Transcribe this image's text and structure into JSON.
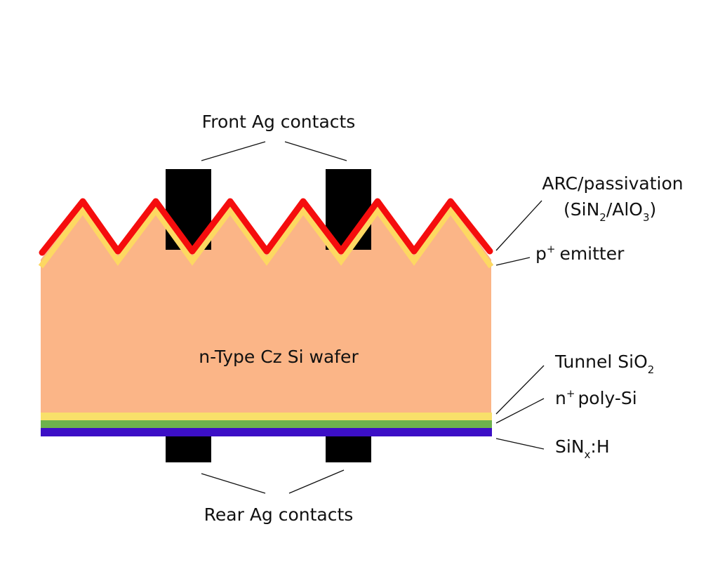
{
  "colors": {
    "wafer": "#fbb587",
    "emitter": "#fdd862",
    "arc": "#f50d0d",
    "contact": "#000000",
    "tunnel_oxide": "#f8e06a",
    "poly_si": "#6db24d",
    "sinx": "#3c0fc6",
    "leader": "#111111"
  },
  "labels": {
    "front_contacts": "Front Ag contacts",
    "rear_contacts": "Rear Ag contacts",
    "wafer": "n-Type Cz Si wafer",
    "arc_line1": "ARC/passivation",
    "arc_open": "(SiN",
    "arc_sub1": "2",
    "arc_mid": "/AlO",
    "arc_sub2": "3",
    "arc_close": ")",
    "emitter_sup": "+",
    "emitter_text": "emitter",
    "emitter_p": "p",
    "tunnel_text": "Tunnel SiO",
    "tunnel_sub": "2",
    "poly_n": "n",
    "poly_sup": "+",
    "poly_text": "poly-Si",
    "sinx_text": "SiN",
    "sinx_sub": "x",
    "sinx_tail": ":H"
  }
}
